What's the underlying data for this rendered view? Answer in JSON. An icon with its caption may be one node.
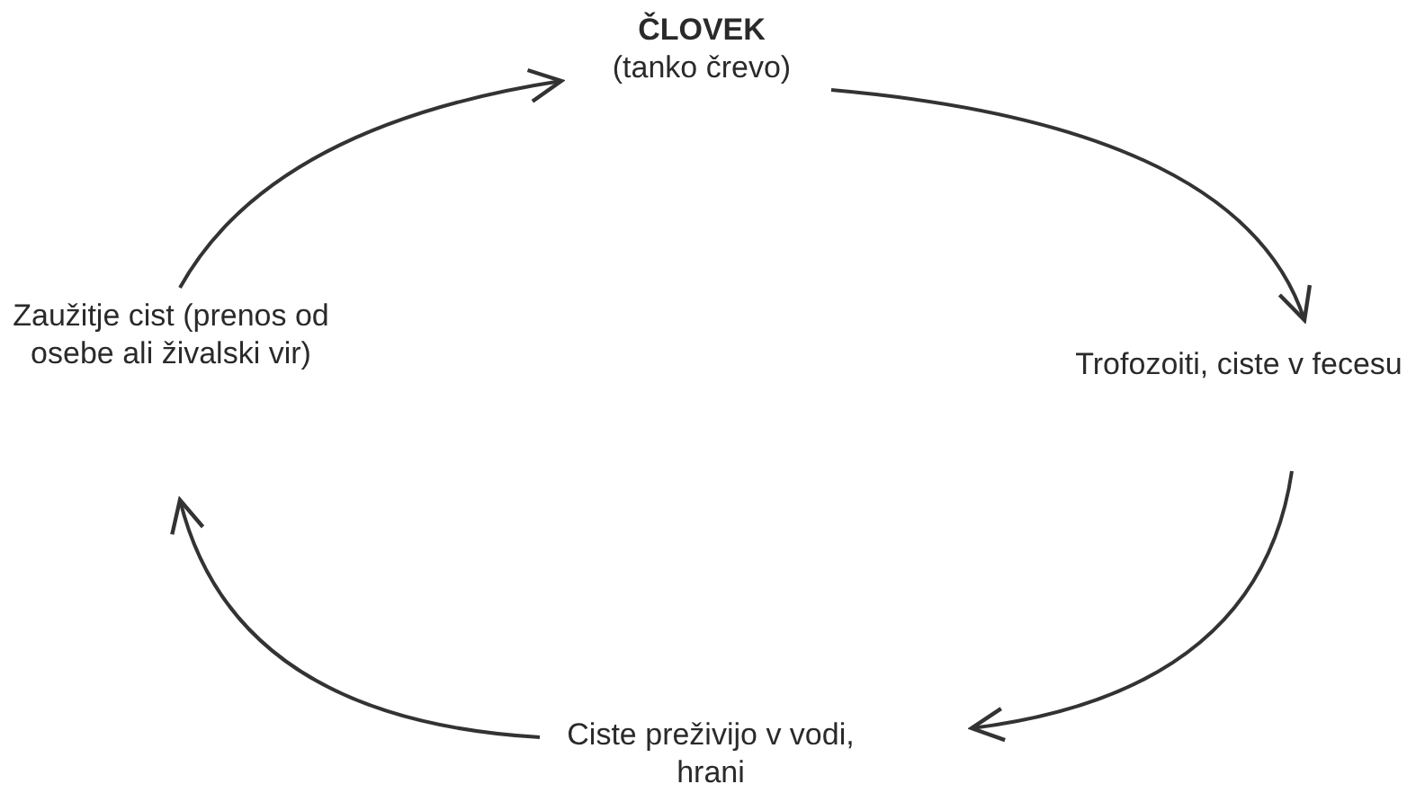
{
  "diagram": {
    "nodes": [
      {
        "text": [
          "ČLOVEK",
          "(tanko črevo)"
        ]
      },
      {
        "text": [
          "Zaužitje cist (prenos od osebe ali živalski vir)"
        ]
      },
      {
        "text": [
          "Trofozoiti, ciste v fecesu"
        ]
      },
      {
        "text": [
          "Ciste preživijo v vodi, hrani"
        ]
      }
    ],
    "edges": [
      {
        "from": 1,
        "to": 0,
        "arrow": "to"
      },
      {
        "from": 0,
        "to": 2,
        "arrow": "to"
      },
      {
        "from": 2,
        "to": 3,
        "arrow": "to"
      },
      {
        "from": 3,
        "to": 1,
        "arrow": "to"
      }
    ]
  }
}
